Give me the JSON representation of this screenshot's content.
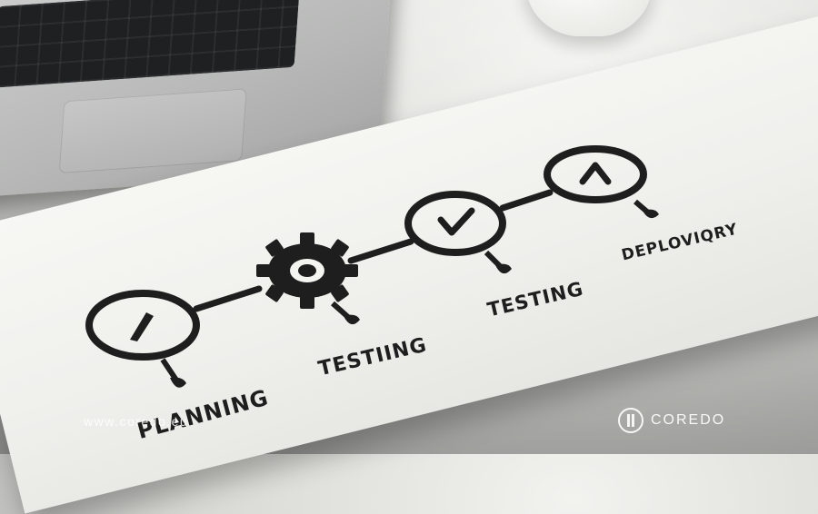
{
  "stages": [
    {
      "label": "PLANNING",
      "icon": "pencil-icon"
    },
    {
      "label": "TESTIING",
      "icon": "gear-icon"
    },
    {
      "label": "TESTING",
      "icon": "checkmark-icon"
    },
    {
      "label": "DEPLOVIQRY",
      "icon": "caret-up-icon"
    }
  ],
  "watermark": {
    "url": "www.coredo.eu"
  },
  "brand": {
    "name": "COREDO"
  },
  "colors": {
    "ink": "#1e1e1e",
    "paper": "#f4f4f1",
    "desk": "#c9c9c5"
  }
}
